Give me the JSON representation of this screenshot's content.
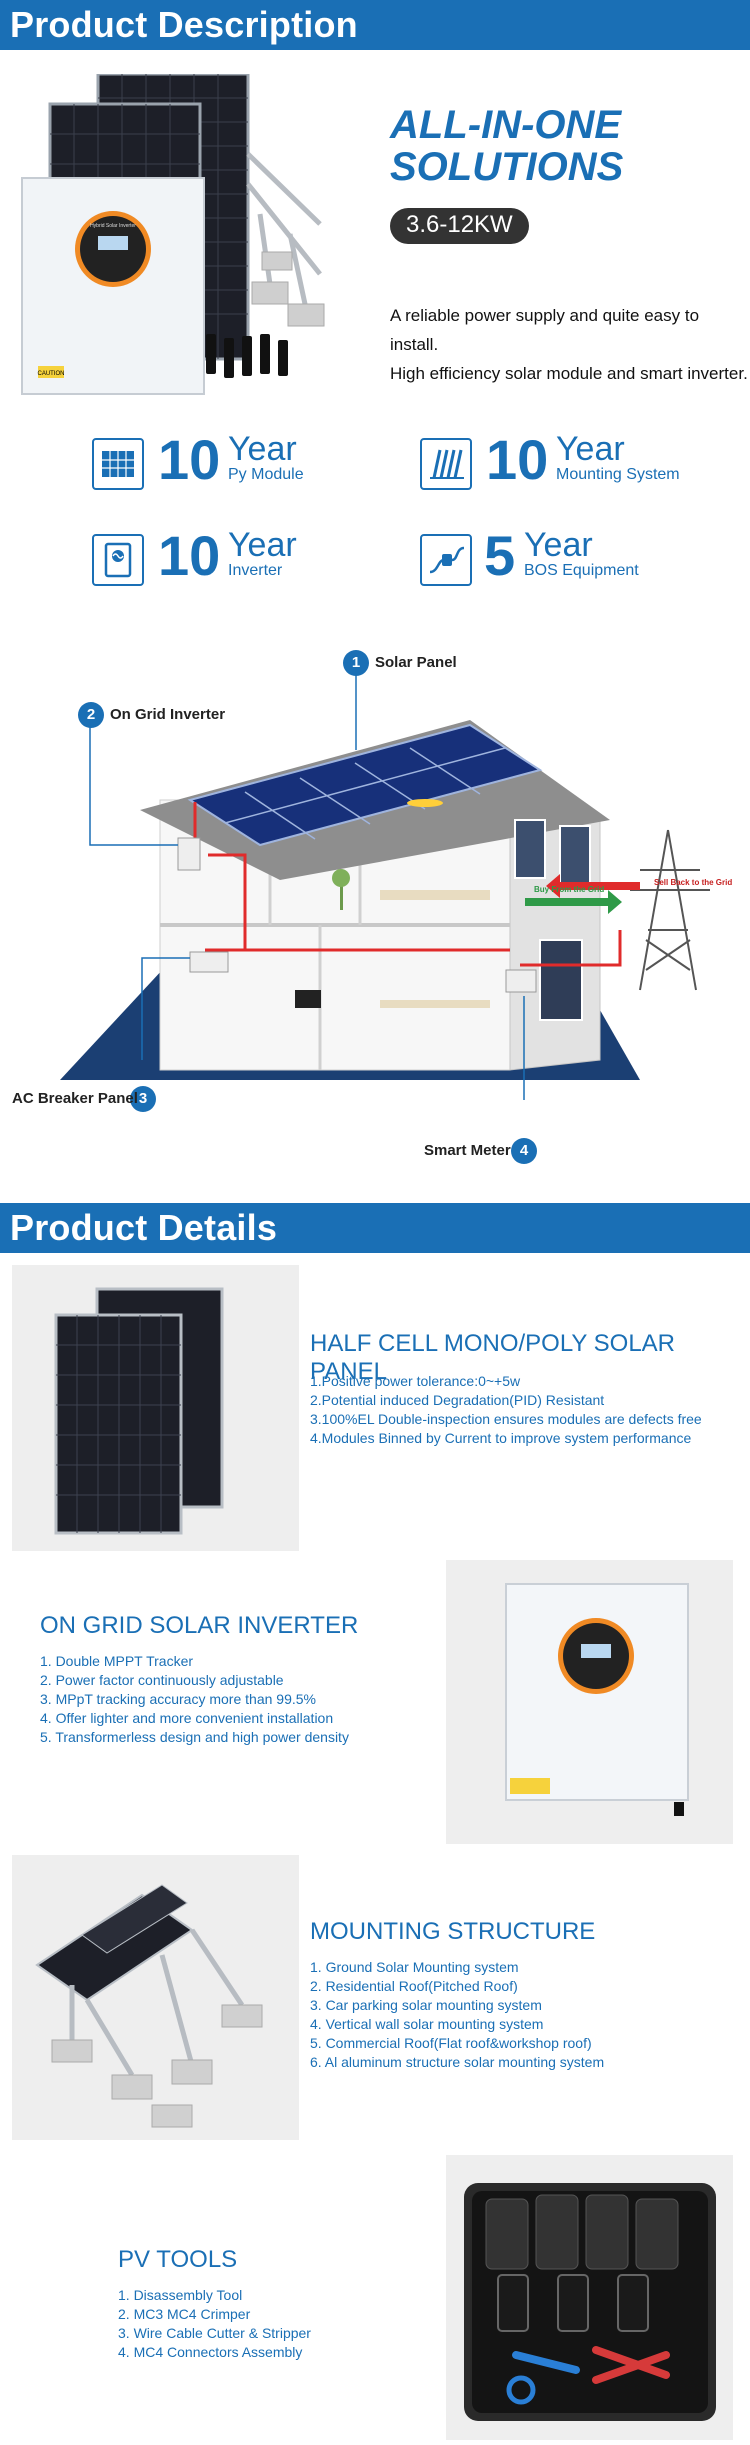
{
  "sections": {
    "description_title": "Product Description",
    "details_title": "Product Details"
  },
  "hero": {
    "title_line1": "ALL-IN-ONE",
    "title_line2": "SOLUTIONS",
    "power": "3.6-12KW",
    "desc_line1": "A reliable power supply and quite easy to install.",
    "desc_line2": "High efficiency solar module and smart inverter."
  },
  "warranties": [
    {
      "number": "10",
      "unit": "Year",
      "label": "Py Module",
      "icon": "solar-panel-icon"
    },
    {
      "number": "10",
      "unit": "Year",
      "label": "Mounting System",
      "icon": "mounting-rail-icon"
    },
    {
      "number": "10",
      "unit": "Year",
      "label": "Inverter",
      "icon": "inverter-icon"
    },
    {
      "number": "5",
      "unit": "Year",
      "label": "BOS Equipment",
      "icon": "connector-cable-icon"
    }
  ],
  "diagram": {
    "c1": {
      "num": "1",
      "label": "Solar Panel"
    },
    "c2": {
      "num": "2",
      "label": "On Grid Inverter"
    },
    "c3": {
      "num": "3",
      "label": "AC Breaker Panel"
    },
    "c4": {
      "num": "4",
      "label": "Smart Meter"
    },
    "buy": "Buy From the Grid",
    "sell": "Sell Back to the Grid"
  },
  "details": [
    {
      "title": "HALF CELL MONO/POLY SOLAR PANEL",
      "items": [
        "1.Positive power tolerance:0~+5w",
        "2.Potential induced Degradation(PID) Resistant",
        "3.100%EL Double-inspection ensures modules are defects free",
        "4.Modules Binned by Current to improve system performance"
      ]
    },
    {
      "title": "ON GRID SOLAR INVERTER",
      "items": [
        "1. Double MPPT Tracker",
        "2. Power factor continuously adjustable",
        "3. MPpT tracking accuracy more than 99.5%",
        "4. Offer lighter and more convenient installation",
        "5. Transformerless design and high power density"
      ]
    },
    {
      "title": "MOUNTING STRUCTURE",
      "items": [
        "1. Ground Solar Mounting system",
        "2. Residential Roof(Pitched Roof)",
        "3. Car parking solar mounting system",
        "4. Vertical wall solar mounting system",
        "5. Commercial Roof(Flat roof&workshop roof)",
        "6. Al aluminum structure solar mounting system"
      ]
    },
    {
      "title": "PV TOOLS",
      "items": [
        "1. Disassembly Tool",
        "2. MC3 MC4 Crimper",
        "3. Wire Cable Cutter & Stripper",
        "4. MC4 Connectors Assembly"
      ]
    }
  ],
  "inverter_screen": {
    "brand": "Hybrid Solar Inverter",
    "caution": "CAUTION"
  },
  "colors": {
    "brand_blue": "#1a6fb5",
    "pill_dark": "#333333"
  }
}
